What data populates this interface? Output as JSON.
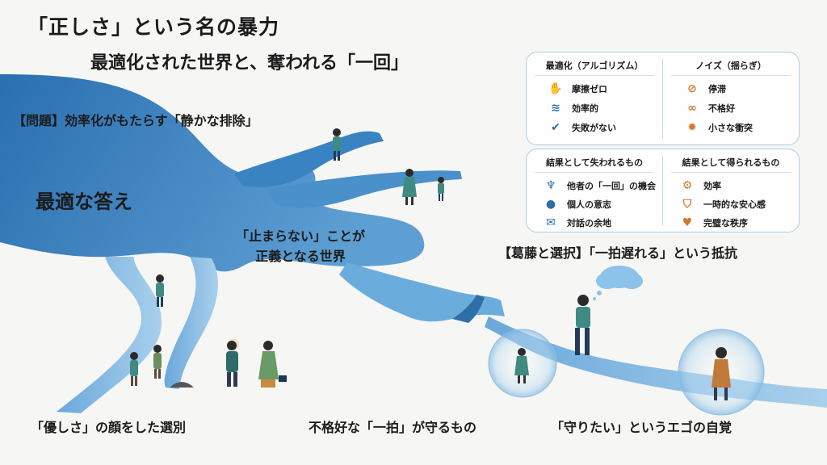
{
  "header": {
    "title": "「正しさ」という名の暴力",
    "subtitle": "最適化された世界と、奪われる「一回」"
  },
  "labels": {
    "problem": "【問題】効率化がもたらす「静かな排除」",
    "best_answer": "最適な答え",
    "justice_line1": "「止まらない」ことが",
    "justice_line2": "正義となる世界",
    "conflict": "【葛藤と選択】「一拍遅れる」という抵抗"
  },
  "captions": {
    "kindness": "「優しさ」の顔をした選別",
    "awkward_pause": "不格好な「一拍」が守るもの",
    "ego": "「守りたい」というエゴの自覚"
  },
  "panel_top": {
    "left": {
      "heading": "最適化（アルゴリズム）",
      "items": [
        {
          "icon": "hand-icon",
          "label": "摩擦ゼロ"
        },
        {
          "icon": "wind-icon",
          "label": "効率的"
        },
        {
          "icon": "check-circle-icon",
          "label": "失敗がない"
        }
      ]
    },
    "right": {
      "heading": "ノイズ（揺らぎ）",
      "items": [
        {
          "icon": "prohibited-icon",
          "label": "停滞"
        },
        {
          "icon": "chain-icon",
          "label": "不格好"
        },
        {
          "icon": "burst-icon",
          "label": "小さな衝突"
        }
      ]
    }
  },
  "panel_bottom": {
    "left": {
      "heading": "結果として失われるもの",
      "items": [
        {
          "icon": "person-arms-up-icon",
          "label": "他者の「一回」の機会"
        },
        {
          "icon": "person-icon",
          "label": "個人の意志"
        },
        {
          "icon": "chat-bubbles-icon",
          "label": "対話の余地"
        }
      ]
    },
    "right": {
      "heading": "結果として得られるもの",
      "items": [
        {
          "icon": "gear-icon",
          "label": "効率"
        },
        {
          "icon": "shield-icon",
          "label": "一時的な安心感"
        },
        {
          "icon": "heart-shield-icon",
          "label": "完璧な秩序"
        }
      ]
    }
  },
  "colors": {
    "river_dark": "#2f78b8",
    "river_light": "#8cc0e4",
    "accent_blue": "#2d6ea8",
    "accent_orange": "#d07a2e",
    "background": "#f6f6f4"
  }
}
